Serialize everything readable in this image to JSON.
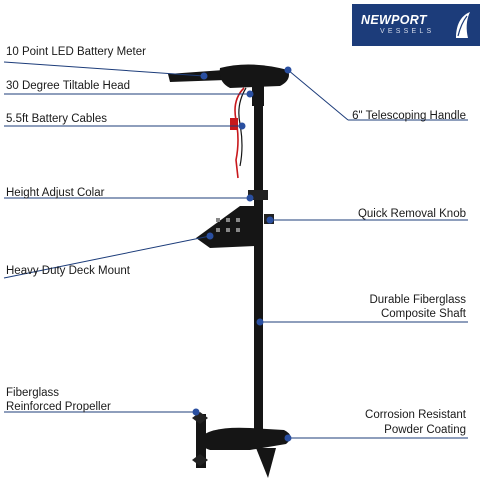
{
  "logo": {
    "brand": "NEWPORT",
    "sub": "VESSELS"
  },
  "labels": {
    "led_meter": "10 Point LED Battery Meter",
    "tilt_head": "30 Degree Tiltable Head",
    "battery_cables": "5.5ft Battery Cables",
    "telescoping_handle": "6\" Telescoping Handle",
    "height_collar": "Height Adjust Colar",
    "quick_knob": "Quick Removal Knob",
    "deck_mount": "Heavy Duty Deck Mount",
    "shaft_line1": "Durable Fiberglass",
    "shaft_line2": "Composite Shaft",
    "propeller_line1": "Fiberglass",
    "propeller_line2": "Reinforced Propeller",
    "coating_line1": "Corrosion Resistant",
    "coating_line2": "Powder Coating"
  },
  "colors": {
    "leader": "#1c3c7a",
    "dot": "#2a4fa0",
    "motor": "#151515",
    "brand": "#1c3c7a"
  }
}
